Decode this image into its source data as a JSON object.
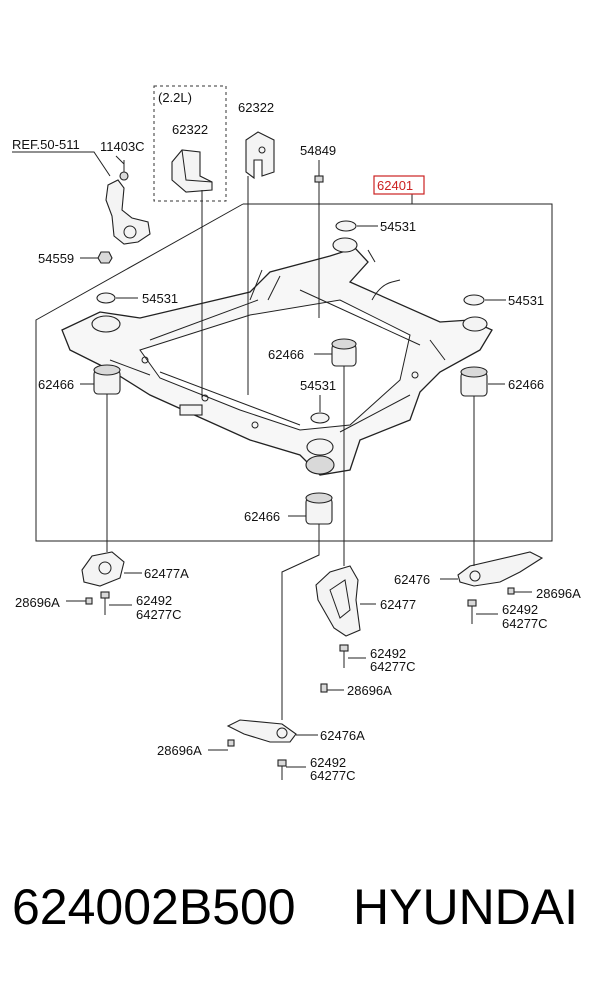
{
  "labels": {
    "ref_50_511": "REF.50-511",
    "p11403c": "11403C",
    "engine_variant": "(2.2L)",
    "p62322_inner": "62322",
    "p62322_outer": "62322",
    "p54849": "54849",
    "p62401": "62401",
    "p54531_top": "54531",
    "p54559": "54559",
    "p54531_left": "54531",
    "p54531_right": "54531",
    "p62466_center": "62466",
    "p62466_left": "62466",
    "p62466_right": "62466",
    "p54531_mid": "54531",
    "p62466_bottom": "62466",
    "p62477a": "62477A",
    "p28696a_left": "28696A",
    "p62492_left": "62492",
    "p64277c_left": "64277C",
    "p62476": "62476",
    "p28696a_right": "28696A",
    "p62492_right": "62492",
    "p64277c_right": "64277C",
    "p62477": "62477",
    "p62492_mid": "62492",
    "p64277c_mid": "64277C",
    "p28696a_mid": "28696A",
    "p62476a": "62476A",
    "p28696a_bottom": "28696A",
    "p62492_bottom": "62492",
    "p64277c_bottom": "64277C"
  },
  "footer": {
    "part_number": "624002B500",
    "brand": "HYUNDAI"
  },
  "colors": {
    "highlight_box": "#cc2222",
    "line": "#222222"
  }
}
